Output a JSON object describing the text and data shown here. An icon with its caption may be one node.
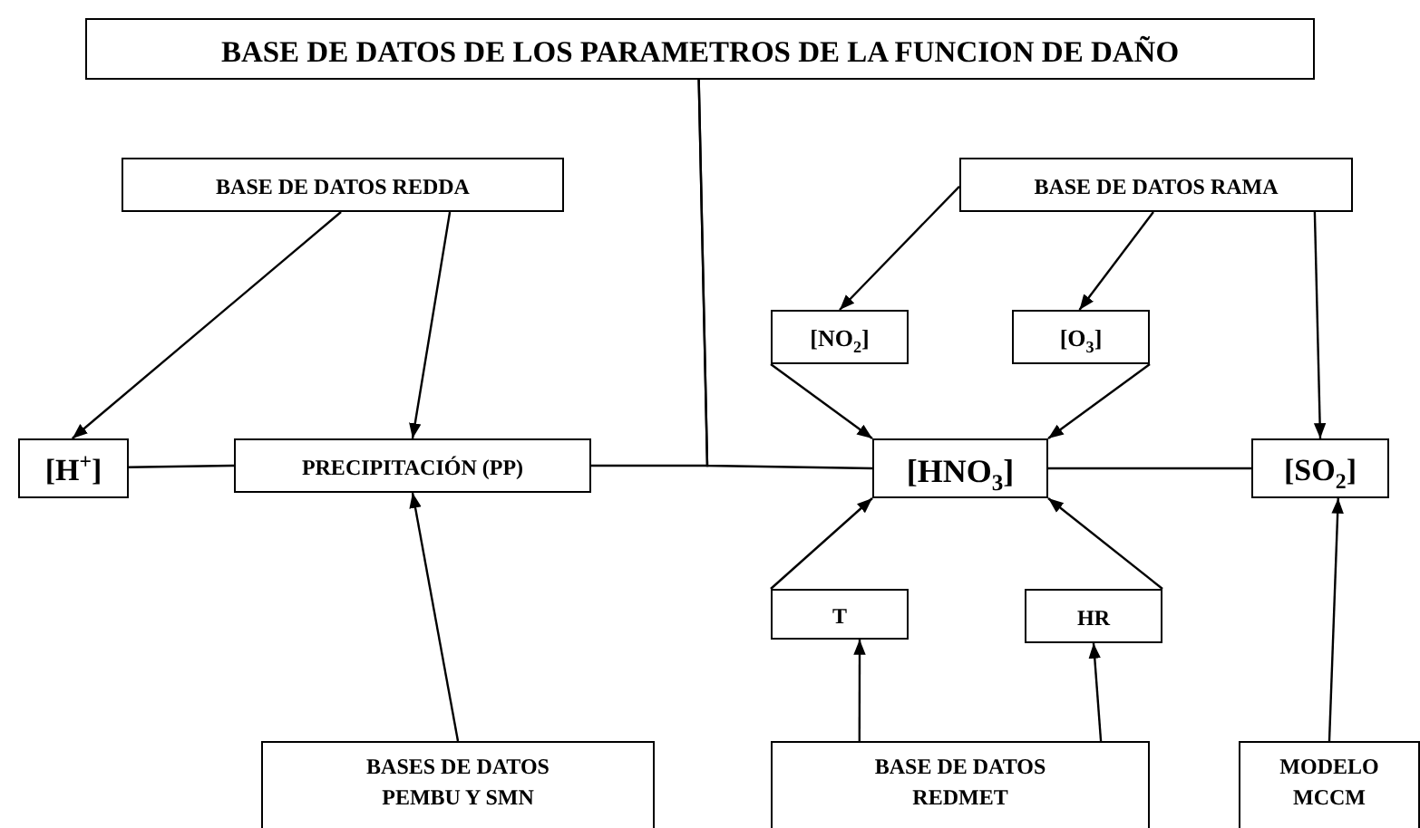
{
  "diagram": {
    "nodes": [
      {
        "text": [
          "BASE DE DATOS DE LOS  PARAMETROS DE LA  FUNCION DE DAÑO"
        ]
      },
      {
        "text": [
          "BASE DE DATOS  REDDA"
        ]
      },
      {
        "text": [
          "BASE DE DATOS  RAMA"
        ]
      },
      {
        "text": [
          "[NO$_{2}$]"
        ]
      },
      {
        "text": [
          "[O$_{3}$]"
        ]
      },
      {
        "text": [
          "[H$^{+}$]"
        ]
      },
      {
        "text": [
          "PRECIPITACIÓN (PP)"
        ]
      },
      {
        "text": [
          "[HNO$_{3}$]"
        ]
      },
      {
        "text": [
          "[SO$_{2}$]"
        ]
      },
      {
        "text": [
          "T"
        ]
      },
      {
        "text": [
          "HR"
        ]
      },
      {
        "text": [
          "BASES DE DATOS PEMBU  Y SMN"
        ]
      },
      {
        "text": [
          "BASE DE DATOS REDMET"
        ]
      },
      {
        "text": [
          "MODELO MCCM"
        ]
      }
    ],
    "edges": [
      {
        "from": 0,
        "to": 6,
        "arrow": "none"
      },
      {
        "from": 0,
        "to": 7,
        "arrow": "none"
      },
      {
        "from": 1,
        "to": 5,
        "arrow": "to"
      },
      {
        "from": 1,
        "to": 6,
        "arrow": "to"
      },
      {
        "from": 5,
        "to": 6,
        "arrow": "none"
      },
      {
        "from": 2,
        "to": 3,
        "arrow": "to"
      },
      {
        "from": 2,
        "to": 4,
        "arrow": "to"
      },
      {
        "from": 2,
        "to": 8,
        "arrow": "to"
      },
      {
        "from": 3,
        "to": 7,
        "arrow": "to"
      },
      {
        "from": 4,
        "to": 7,
        "arrow": "to"
      },
      {
        "from": 7,
        "to": 8,
        "arrow": "none"
      },
      {
        "from": 9,
        "to": 7,
        "arrow": "to"
      },
      {
        "from": 10,
        "to": 7,
        "arrow": "to"
      },
      {
        "from": 11,
        "to": 6,
        "arrow": "to"
      },
      {
        "from": 12,
        "to": 9,
        "arrow": "to"
      },
      {
        "from": 12,
        "to": 10,
        "arrow": "to"
      },
      {
        "from": 13,
        "to": 8,
        "arrow": "to"
      }
    ]
  }
}
